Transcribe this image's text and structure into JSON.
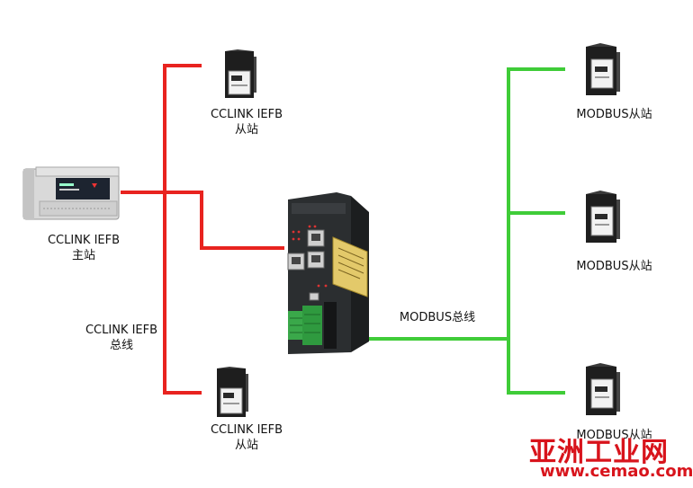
{
  "master": {
    "line1": "CCLINK IEFB",
    "line2": "主站"
  },
  "cclink_bus": {
    "line1": "CCLINK IEFB",
    "line2": "总线"
  },
  "cclink_slave_top": {
    "line1": "CCLINK IEFB",
    "line2": "从站"
  },
  "cclink_slave_bottom": {
    "line1": "CCLINK IEFB",
    "line2": "从站"
  },
  "modbus_bus": "MODBUS总线",
  "modbus_slaves": [
    "MODBUS从站",
    "MODBUS从站",
    "MODBUS从站"
  ],
  "watermark": {
    "title": "亚洲工业网",
    "url": "www.cemao.com"
  },
  "colors": {
    "cclink_wire": "#e8231f",
    "modbus_wire": "#3fcc38"
  }
}
